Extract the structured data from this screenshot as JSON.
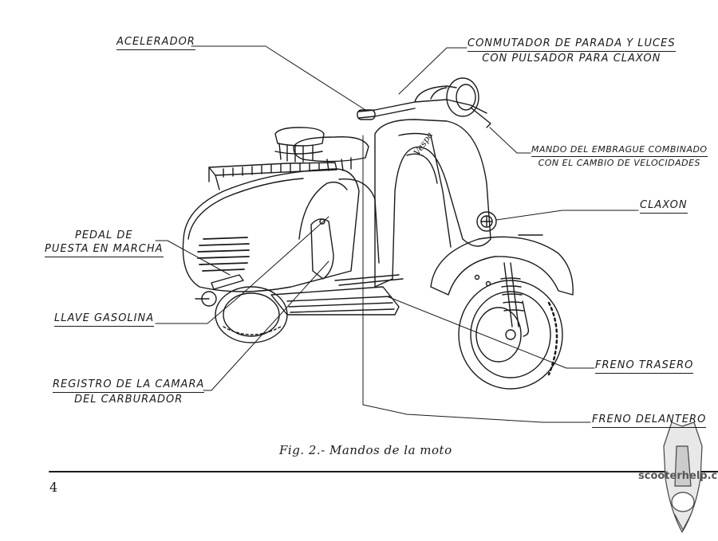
{
  "labels": {
    "acelerador": "ACELERADOR",
    "conmutador_1": "CONMUTADOR DE PARADA Y LUCES",
    "conmutador_2": "CON PULSADOR PARA CLAXON",
    "embrague_1": "MANDO DEL EMBRAGUE COMBINADO",
    "embrague_2": "CON EL CAMBIO DE VELOCIDADES",
    "claxon": "CLAXON",
    "pedal_1": "PEDAL DE",
    "pedal_2": "PUESTA EN MARCHA",
    "llave": "LLAVE GASOLINA",
    "registro_1": "REGISTRO DE LA CAMARA",
    "registro_2": "DEL CARBURADOR",
    "freno_trasero": "FRENO TRASERO",
    "freno_delantero": "FRENO DELANTERO"
  },
  "caption": "Fig. 2.- Mandos de la moto",
  "page_number": "4",
  "watermark": "scooterhelp.c",
  "scooter_emblem": "Vespa",
  "colors": {
    "ink": "#1a1a1a",
    "paper": "#ffffff",
    "watermark": "#555555"
  }
}
